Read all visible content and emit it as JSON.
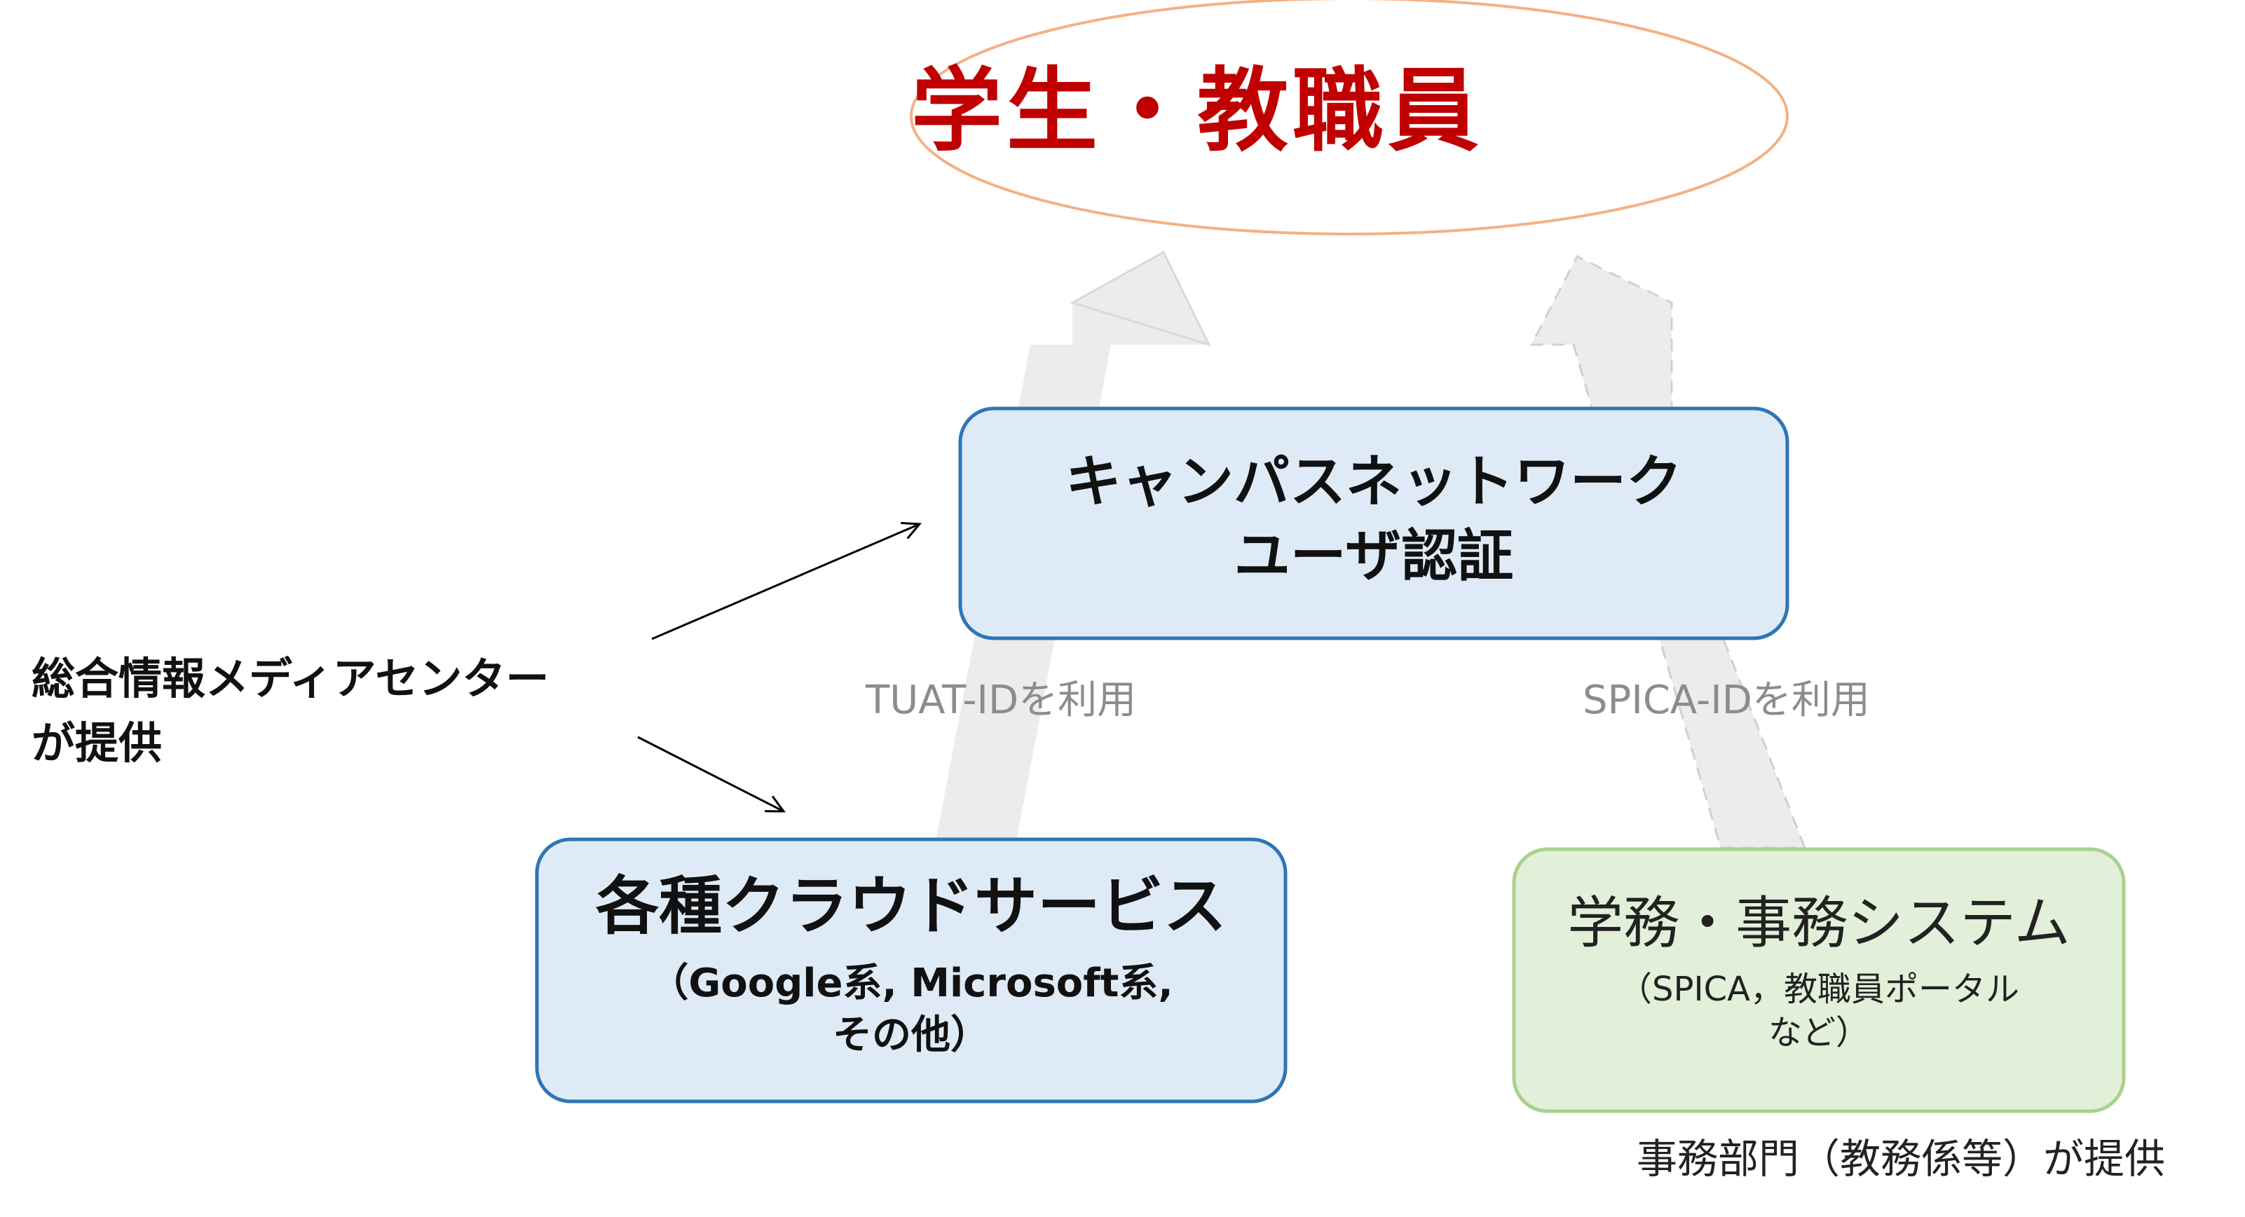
{
  "title": "学生・教職員",
  "campus_network": {
    "line1": "キャンパスネットワーク",
    "line2": "ユーザ認証"
  },
  "cloud_services": {
    "title": "各種クラウドサービス",
    "sub_line1": "（Google系, Microsoft系,",
    "sub_line2": "その他）"
  },
  "admin_system": {
    "title": "学務・事務システム",
    "sub_line1": "（SPICA，教職員ポータル",
    "sub_line2": "など）"
  },
  "arrow_labels": {
    "tuat": "TUAT-IDを利用",
    "spica": "SPICA-IDを利用"
  },
  "provider_left": {
    "line1": "総合情報メディアセンター",
    "line2": "が提供"
  },
  "provider_right": "事務部門（教務係等）が提供",
  "colors": {
    "title_text": "#c00000",
    "ellipse_border": "#f4b183",
    "blue_box_fill": "#deebf7",
    "blue_box_border": "#2e75b6",
    "green_box_fill": "#e2f0d9",
    "green_box_border": "#a9d18e",
    "arrow_fill": "#ececec",
    "arrow_label": "#8c8c8c"
  }
}
